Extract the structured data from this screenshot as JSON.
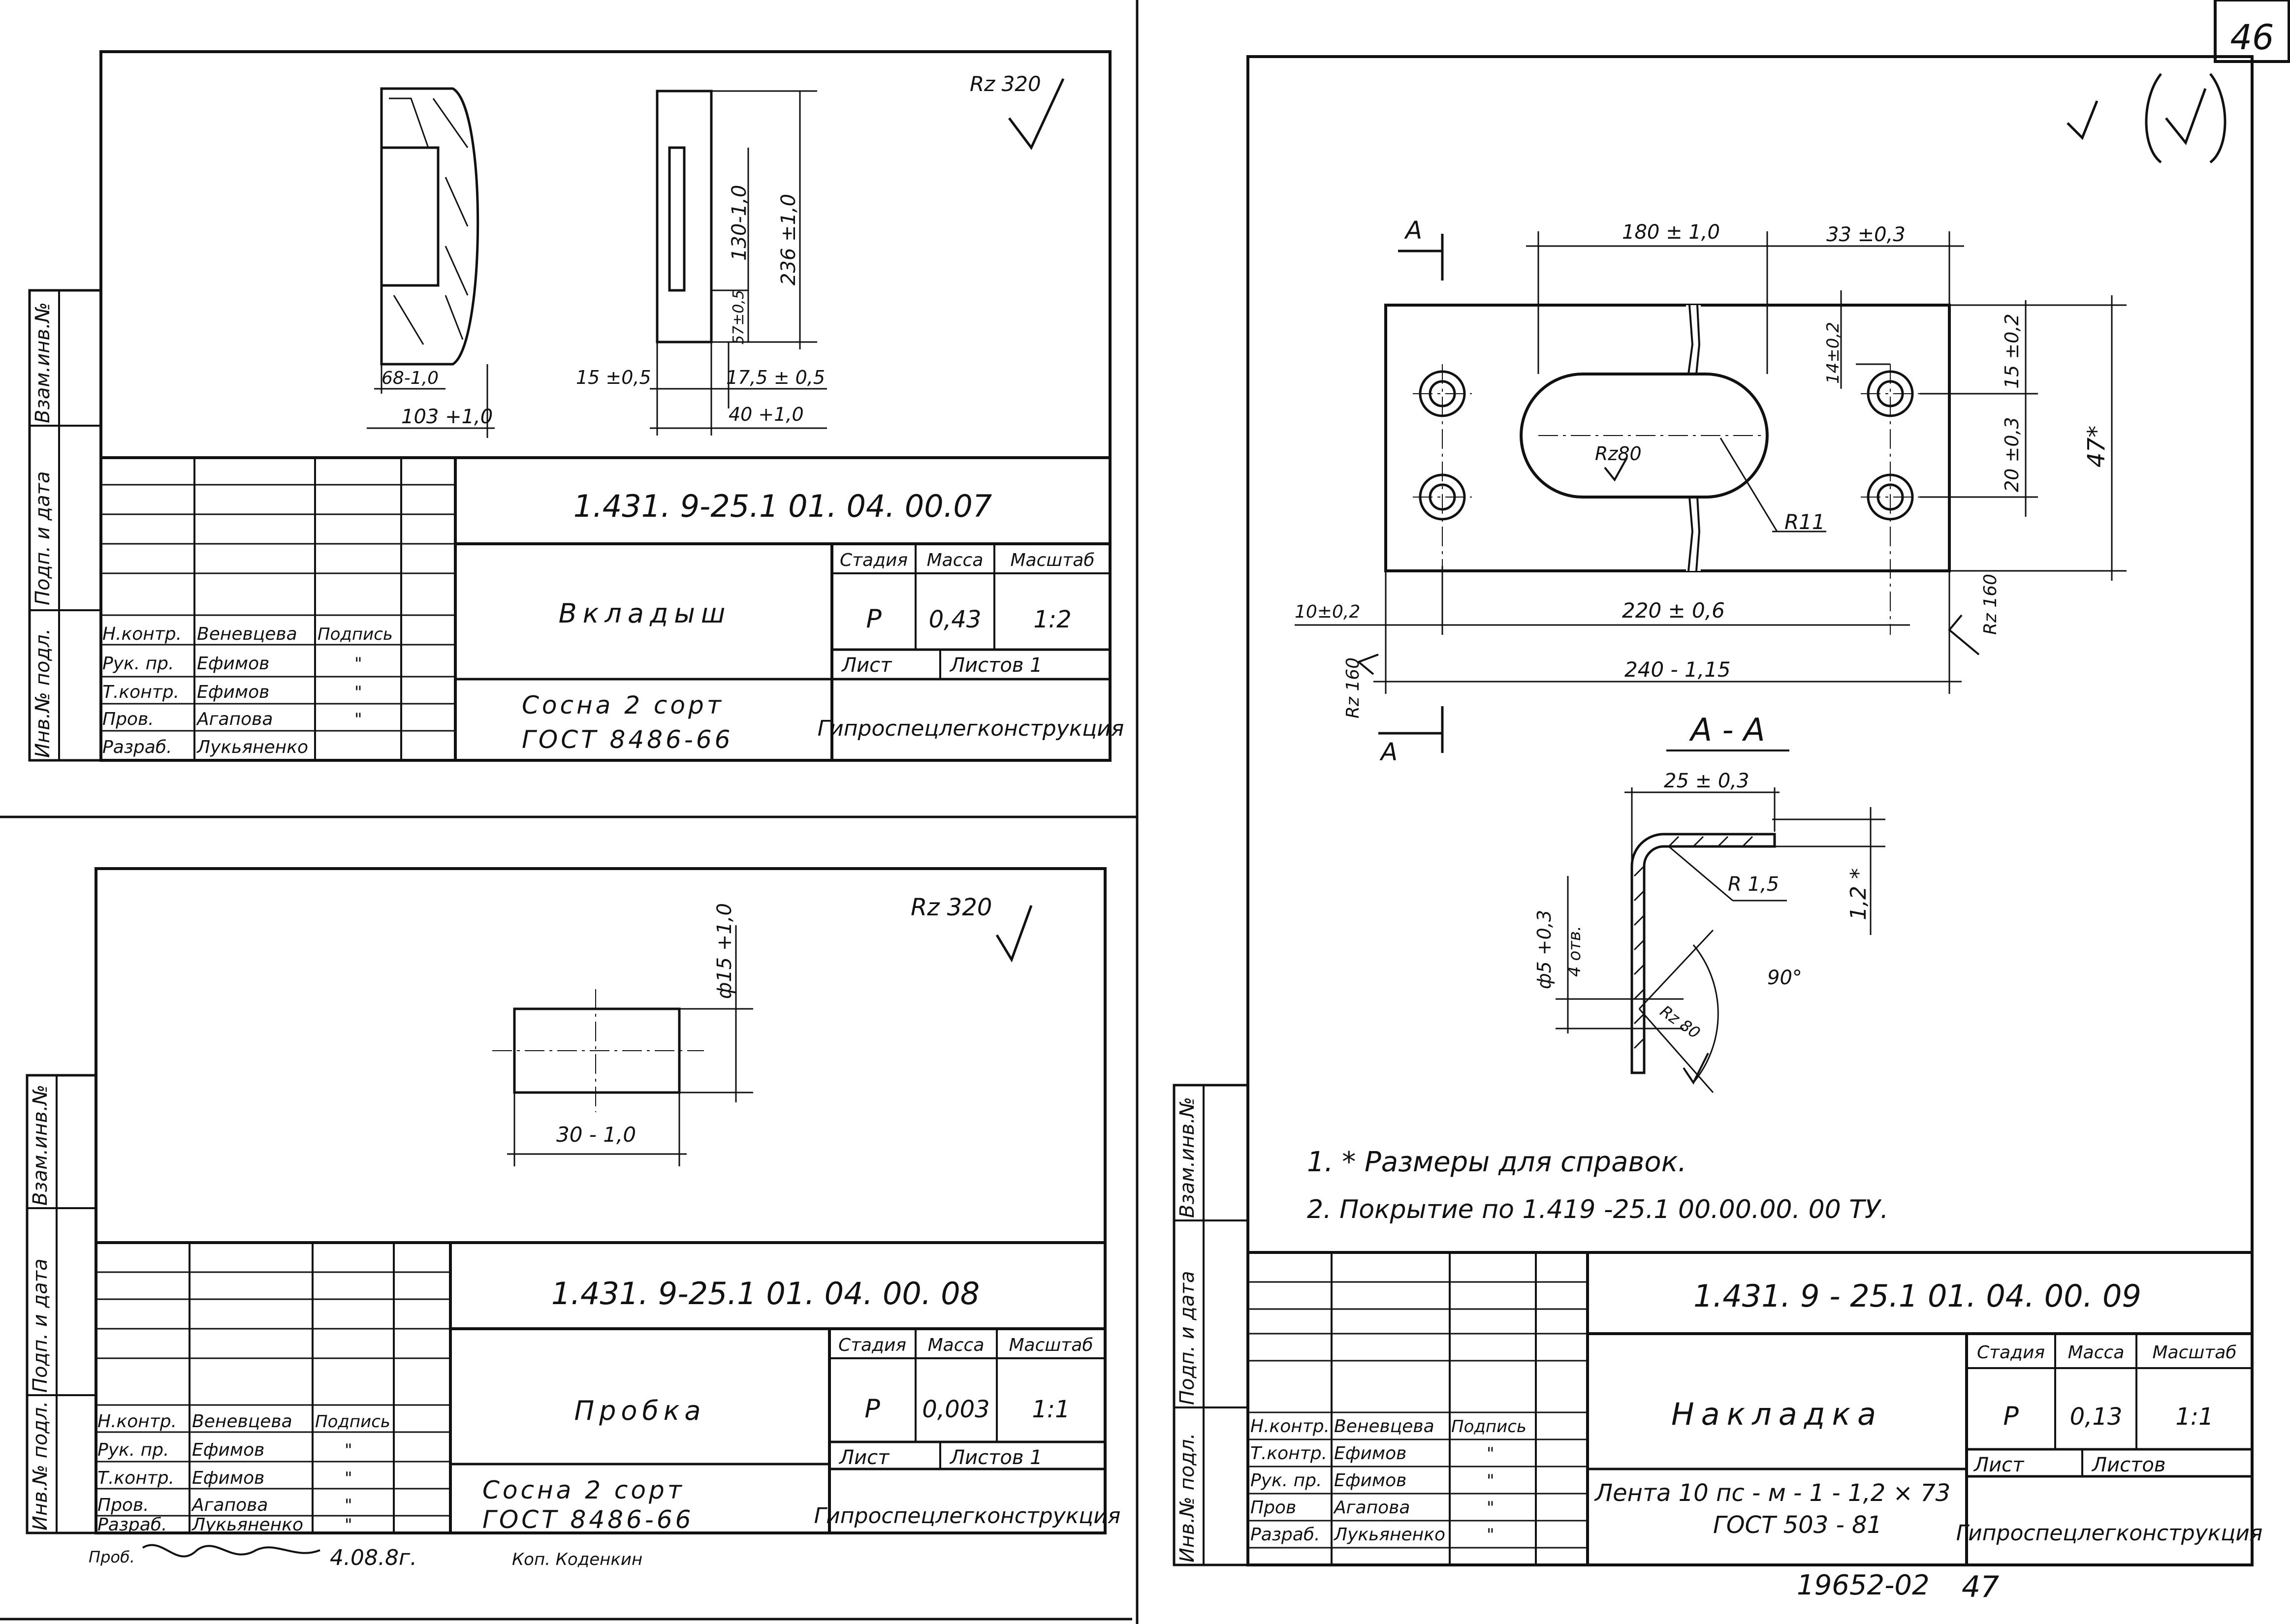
{
  "page_number": "46",
  "sheet_07": {
    "roughness": "Rz 320",
    "dims": {
      "width_part": "68-1,0",
      "width_total": "103 +1,0",
      "len_130": "130-1,0",
      "len_236": "236 ±1,0",
      "len_57": "57±0,5",
      "d15": "15 ±0,5",
      "d175": "17,5 ± 0,5",
      "d40": "40 +1,0"
    },
    "designation": "1.431. 9-25.1  01. 04. 00.07",
    "name": "Вкладыш",
    "material_1": "Сосна  2 сорт",
    "material_2": "ГОСТ  8486-66",
    "stage": "Р",
    "mass": "0,43",
    "scale": "1:2",
    "org": "Гипроспецлегконструкция"
  },
  "sheet_08": {
    "roughness": "Rz 320",
    "dims": {
      "diameter": "ф15 +1,0",
      "length": "30 - 1,0"
    },
    "designation": "1.431. 9-25.1   01. 04. 00. 08",
    "name": "Пробка",
    "material_1": "Сосна    2  сорт",
    "material_2": "ГОСТ   8486-66",
    "stage": "Р",
    "mass": "0,003",
    "scale": "1:1",
    "org": "Гипроспецлегконструкция"
  },
  "sheet_09": {
    "roughness_sym": "√ (√)",
    "dims": {
      "d180": "180 ± 1,0",
      "d33": "33 ±0,3",
      "d14": "14±0,2",
      "d15": "15 ±0,2",
      "d20": "20 ±0,3",
      "d47": "47*",
      "rz80": "Rz80",
      "r11": "R11",
      "d10": "10±0,2",
      "d220": "220 ± 0,6",
      "d240": "240 - 1,15",
      "rz160a": "Rz 160",
      "rz160b": "Rz 160",
      "d25": "25 ± 0,3",
      "r15": "R 1,5",
      "d12": "1,2 *",
      "holes": "ф5 +0,3",
      "holes_count": "4 отв.",
      "angle": "90°",
      "rz80b": "Rz 80"
    },
    "section_mark": "А",
    "section_label": "А - А",
    "note_1": "1.  * Размеры   для     справок.",
    "note_2": "2.  Покрытие    по   1.419 -25.1   00.00.00. 00 ТУ.",
    "designation": "1.431. 9 - 25.1    01. 04. 00. 09",
    "name": "Накладка",
    "material_1": "Лента  10 пс - м - 1 - 1,2 × 73",
    "material_2": "ГОСТ  503 - 81",
    "stage": "Р",
    "mass": "0,13",
    "scale": "1:1",
    "org": "Гипроспецлегконструкция",
    "bottom_number": "19652-02",
    "bottom_page": "47"
  },
  "title_block": {
    "stage_hdr": "Стадия",
    "mass_hdr": "Масса",
    "scale_hdr": "Масштаб",
    "sheet_hdr": "Лист",
    "sheets_hdr": "Листов 1",
    "sheets_hdr_09": "Листов",
    "roles": [
      "Н.контр.",
      "Рук. пр.",
      "Т.контр.",
      "Пров.",
      "Разраб."
    ],
    "roles_09": [
      "Н.контр.",
      "Т.контр.",
      "Рук. пр.",
      "Пров",
      "Разраб."
    ],
    "names": [
      "Веневцева",
      "Ефимов",
      "Ефимов",
      "Агапова",
      "Лукьяненко"
    ],
    "podpis": "Подпись",
    "ditto": "\""
  },
  "side_stamp": {
    "vzam": "Взам.инв.№",
    "podp": "Подп. и дата",
    "inv": "Инв.№ подл."
  },
  "footer": {
    "prob": "Проб.",
    "date": "4.08.8г.",
    "kop": "Коп. Коденкин"
  }
}
